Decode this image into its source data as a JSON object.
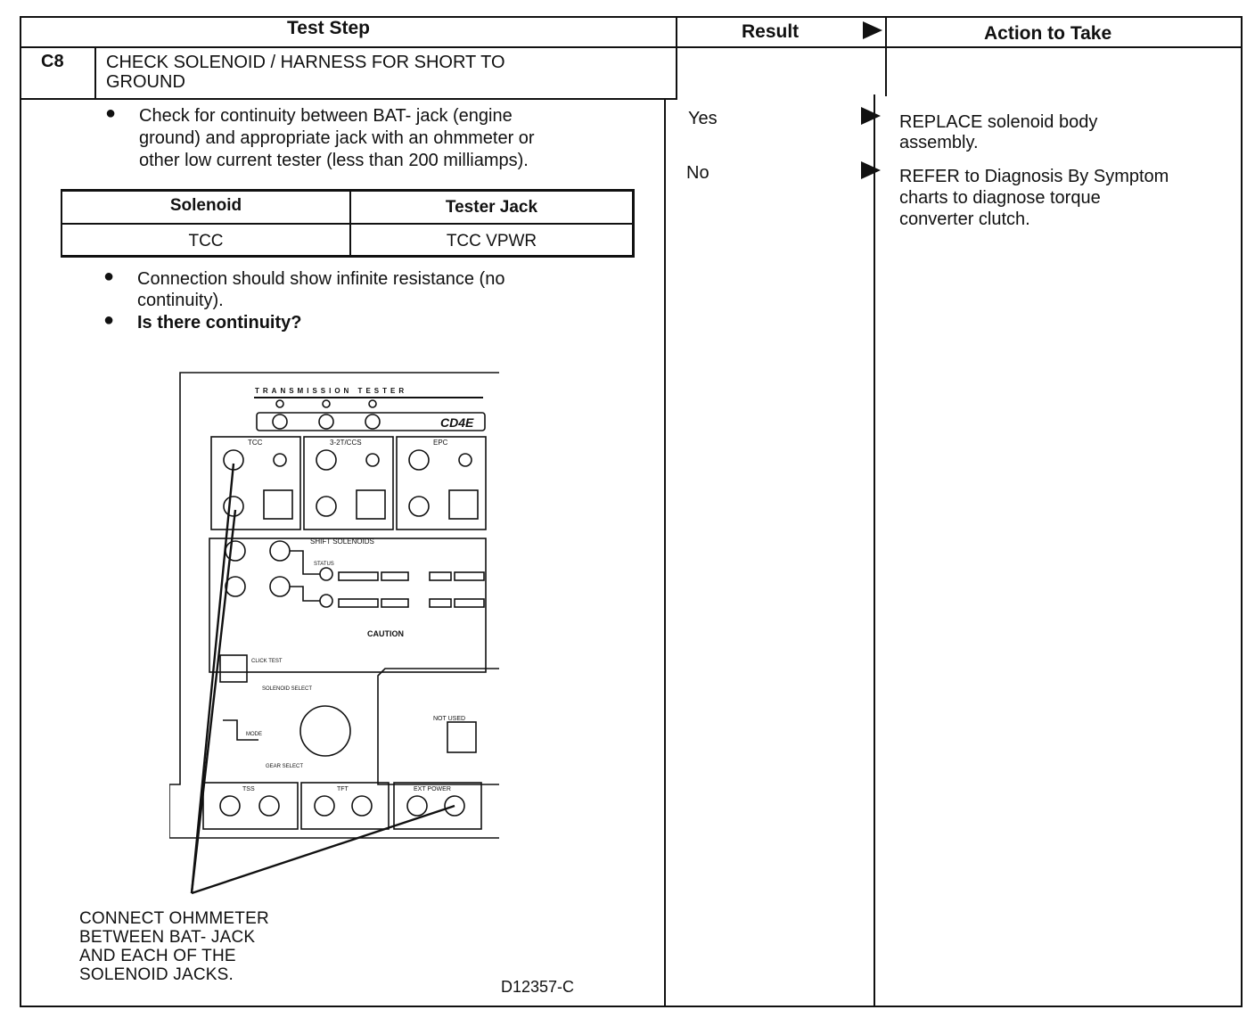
{
  "header": {
    "test_step": "Test Step",
    "result": "Result",
    "action": "Action to Take"
  },
  "step": {
    "id": "C8",
    "title_line1": "CHECK SOLENOID / HARNESS FOR SHORT TO",
    "title_line2": "GROUND"
  },
  "instructions": {
    "b1_line1": "Check for continuity between BAT- jack (engine",
    "b1_line2": "ground) and appropriate jack with an ohmmeter or",
    "b1_line3": "other low current tester (less than 200 milliamps).",
    "b2_line1": "Connection should show infinite resistance (no",
    "b2_line2": "continuity).",
    "b3": "Is there continuity?"
  },
  "jack_table": {
    "headers": [
      "Solenoid",
      "Tester Jack"
    ],
    "rows": [
      [
        "TCC",
        "TCC VPWR"
      ]
    ]
  },
  "results": [
    {
      "result": "Yes",
      "action_line1": "REPLACE solenoid body",
      "action_line2": "assembly.",
      "action_line3": ""
    },
    {
      "result": "No",
      "action_line1": "REFER to Diagnosis By Symptom",
      "action_line2": "charts to diagnose torque",
      "action_line3": "converter clutch."
    }
  ],
  "figure": {
    "panel_title": "TRANSMISSION TESTER",
    "model": "CD4E",
    "sections": {
      "tcc": "TCC",
      "three_two": "3-2T/CCS",
      "epc": "EPC",
      "shift": "SHIFT SOLENOIDS",
      "tss": "TSS",
      "tft": "TFT",
      "ext_power": "EXT POWER"
    },
    "labels": {
      "caution": "CAUTION",
      "click_test": "CLICK TEST",
      "not_used": "NOT USED",
      "mode": "MODE",
      "solenoid_select": "SOLENOID SELECT",
      "gear_select": "GEAR SELECT",
      "status": "STATUS"
    },
    "caption_line1": "CONNECT OHMMETER",
    "caption_line2": "BETWEEN BAT- JACK",
    "caption_line3": "AND EACH OF THE",
    "caption_line4": "SOLENOID JACKS.",
    "figure_id": "D12357-C"
  }
}
